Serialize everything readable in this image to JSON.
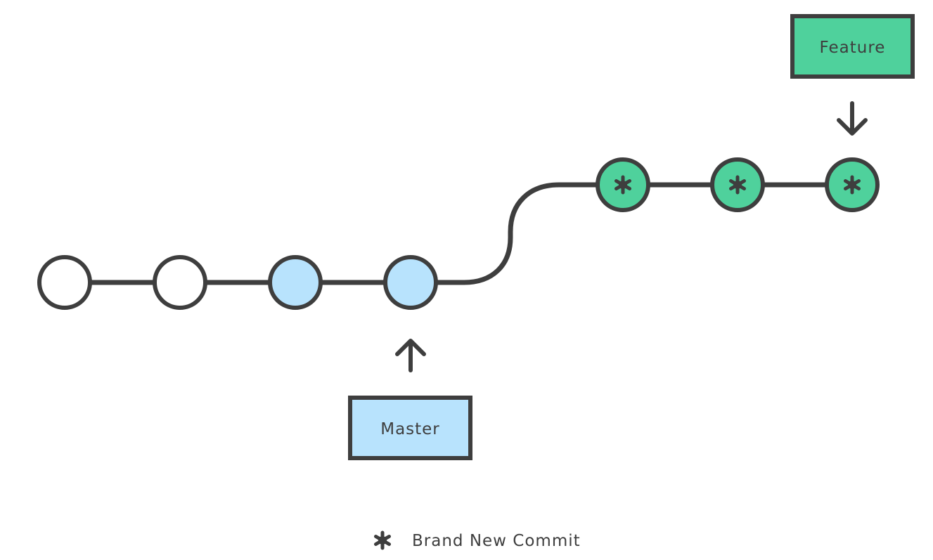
{
  "diagram": {
    "branches": {
      "master": {
        "label": "Master",
        "fill": "#b8e3fd"
      },
      "feature": {
        "label": "Feature",
        "fill": "#4fd19c"
      }
    },
    "commits": [
      {
        "branch": "base",
        "style": "existing",
        "new": false
      },
      {
        "branch": "base",
        "style": "existing",
        "new": false
      },
      {
        "branch": "master",
        "style": "master",
        "new": false
      },
      {
        "branch": "master",
        "style": "master",
        "new": false
      },
      {
        "branch": "feature",
        "style": "feature",
        "new": true
      },
      {
        "branch": "feature",
        "style": "feature",
        "new": true
      },
      {
        "branch": "feature",
        "style": "feature",
        "new": true
      }
    ],
    "legend": {
      "icon": "asterisk-icon",
      "text": "Brand New Commit"
    },
    "colors": {
      "stroke": "#3e3e3e",
      "existing_fill": "#ffffff",
      "master_fill": "#b8e3fd",
      "feature_fill": "#4fd19c"
    }
  }
}
